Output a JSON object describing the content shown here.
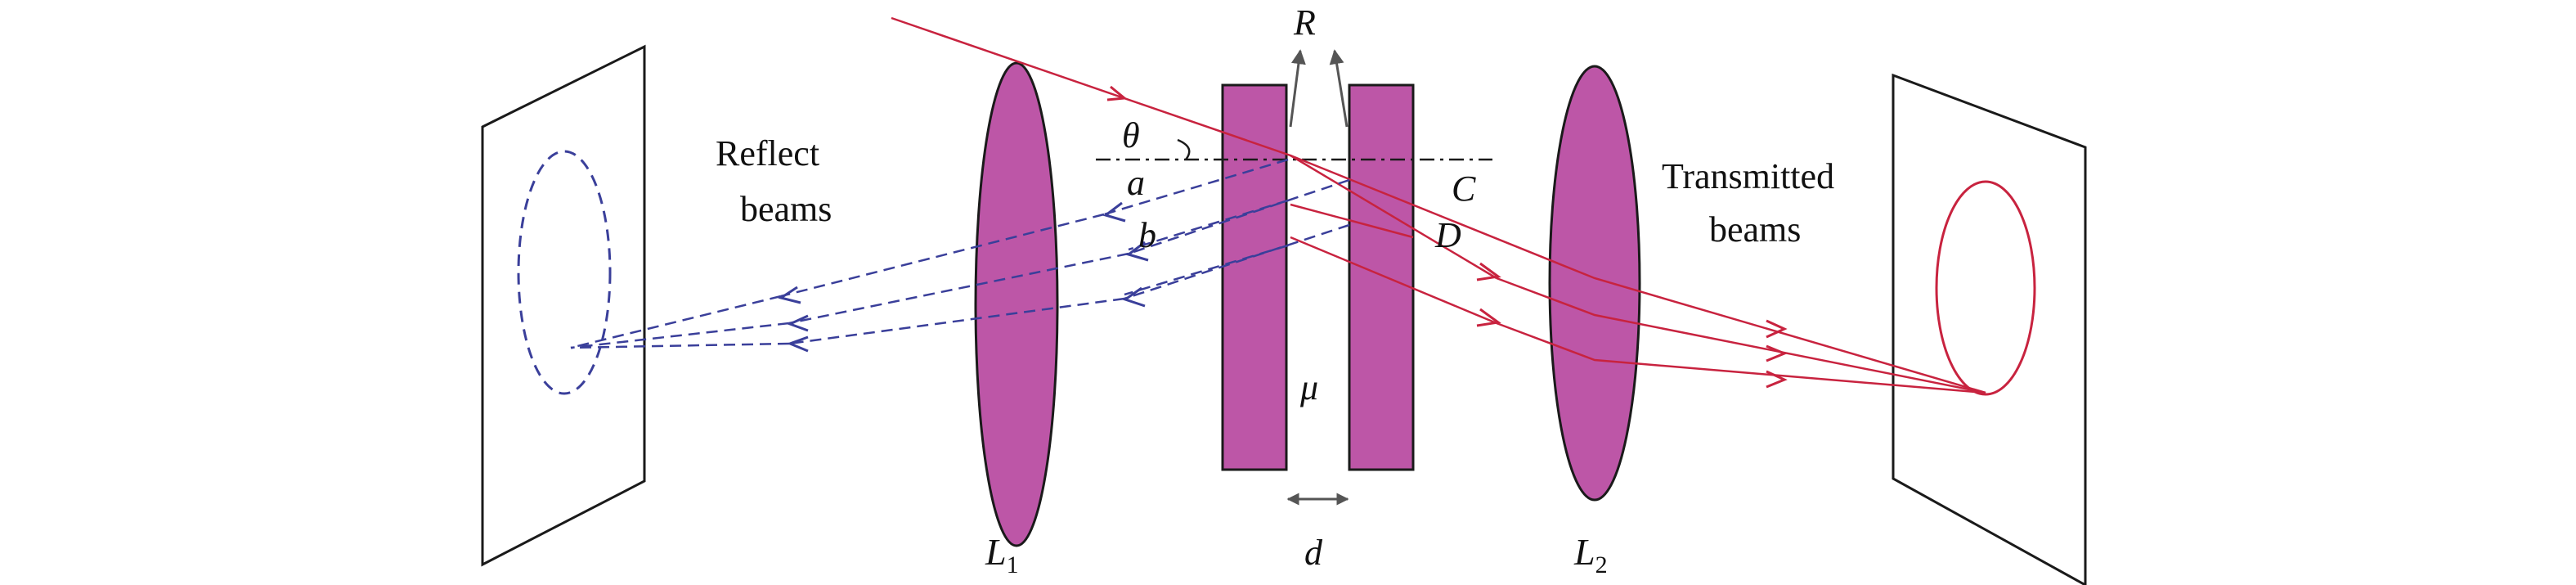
{
  "labels": {
    "reflect_line1": "Reflect",
    "reflect_line2": "beams",
    "transmitted_line1": "Transmitted",
    "transmitted_line2": "beams",
    "R": "R",
    "theta": "θ",
    "a": "a",
    "b": "b",
    "C": "C",
    "D": "D",
    "mu": "μ",
    "d": "d",
    "L1_main": "L",
    "L1_sub": "1",
    "L2_main": "L",
    "L2_sub": "2"
  },
  "colors": {
    "plate_fill": "#bd56a7",
    "outline": "#1a1a1a",
    "transmitted_ray": "#c8233f",
    "reflected_ray": "#3a3f9a",
    "arrow_gray": "#555555"
  }
}
